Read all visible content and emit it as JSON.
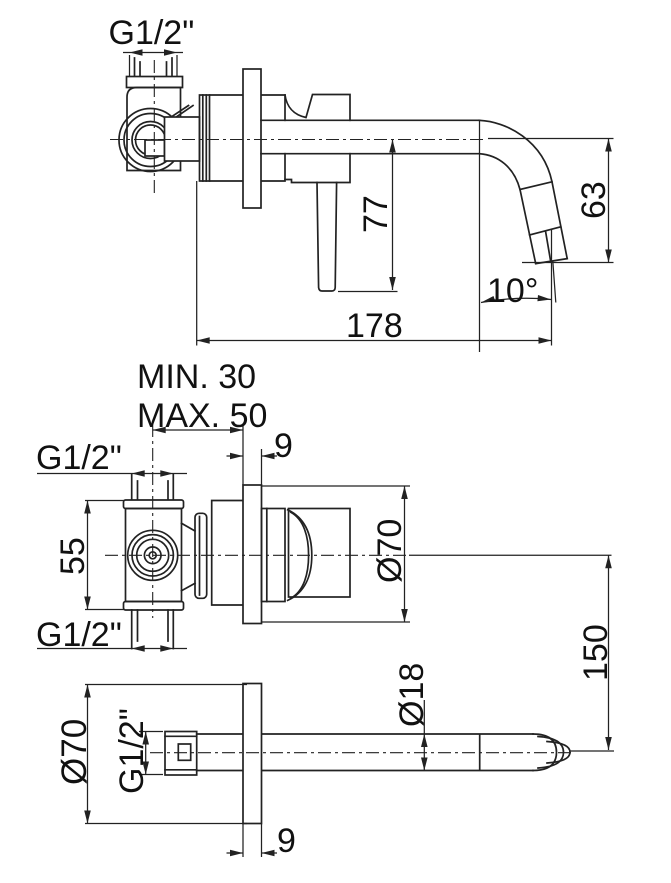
{
  "labels": {
    "side_view": {
      "inlet_thread": "G1/2\"",
      "lever_drop": "77",
      "spout_end_drop": "63",
      "spout_tilt_angle": "10°",
      "spout_reach": "178"
    },
    "valve_view": {
      "recess_min": "MIN. 30",
      "recess_max": "MAX. 50",
      "plate_thickness": "9",
      "top_thread": "G1/2\"",
      "body_height": "55",
      "bottom_thread": "G1/2\"",
      "escutcheon_diameter": "Ø70",
      "spout_offset": "150"
    },
    "spout_view": {
      "escutcheon_diameter": "Ø70",
      "thread": "G1/2\"",
      "tube_diameter": "Ø18",
      "plate_thickness": "9"
    }
  },
  "colors": {
    "line": "#222222",
    "text": "#111111",
    "background": "#ffffff"
  }
}
